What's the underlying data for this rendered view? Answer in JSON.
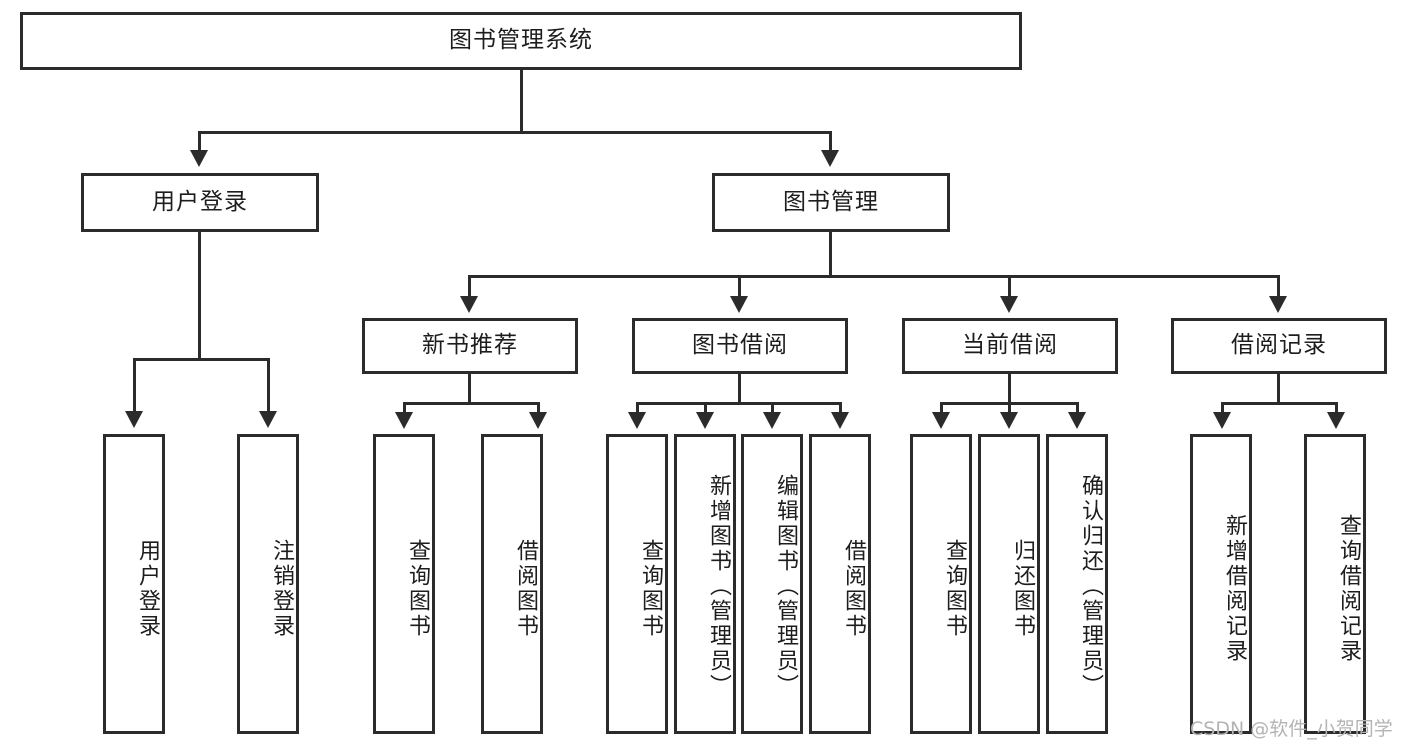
{
  "diagram": {
    "type": "tree",
    "title": "图书管理系统",
    "root": {
      "label": "图书管理系统"
    },
    "level2": [
      {
        "label": "用户登录"
      },
      {
        "label": "图书管理"
      }
    ],
    "level3": [
      {
        "label": "新书推荐"
      },
      {
        "label": "图书借阅"
      },
      {
        "label": "当前借阅"
      },
      {
        "label": "借阅记录"
      }
    ],
    "leaves": {
      "user_login": [
        {
          "label": "用户登录"
        },
        {
          "label": "注销登录"
        }
      ],
      "new_book_recommend": [
        {
          "label": "查询图书"
        },
        {
          "label": "借阅图书"
        }
      ],
      "book_borrow": [
        {
          "label": "查询图书"
        },
        {
          "label": "新增图书（管理员）"
        },
        {
          "label": "编辑图书（管理员）"
        },
        {
          "label": "借阅图书"
        }
      ],
      "current_borrow": [
        {
          "label": "查询图书"
        },
        {
          "label": "归还图书"
        },
        {
          "label": "确认归还（管理员）"
        }
      ],
      "borrow_record": [
        {
          "label": "新增借阅记录"
        },
        {
          "label": "查询借阅记录"
        }
      ]
    }
  },
  "watermark": {
    "text": "CSDN @软件_小贺同学"
  },
  "colors": {
    "stroke": "#2b2b2b",
    "background": "#ffffff",
    "text": "#1d1d1d",
    "watermark": "#b4b4b4"
  }
}
